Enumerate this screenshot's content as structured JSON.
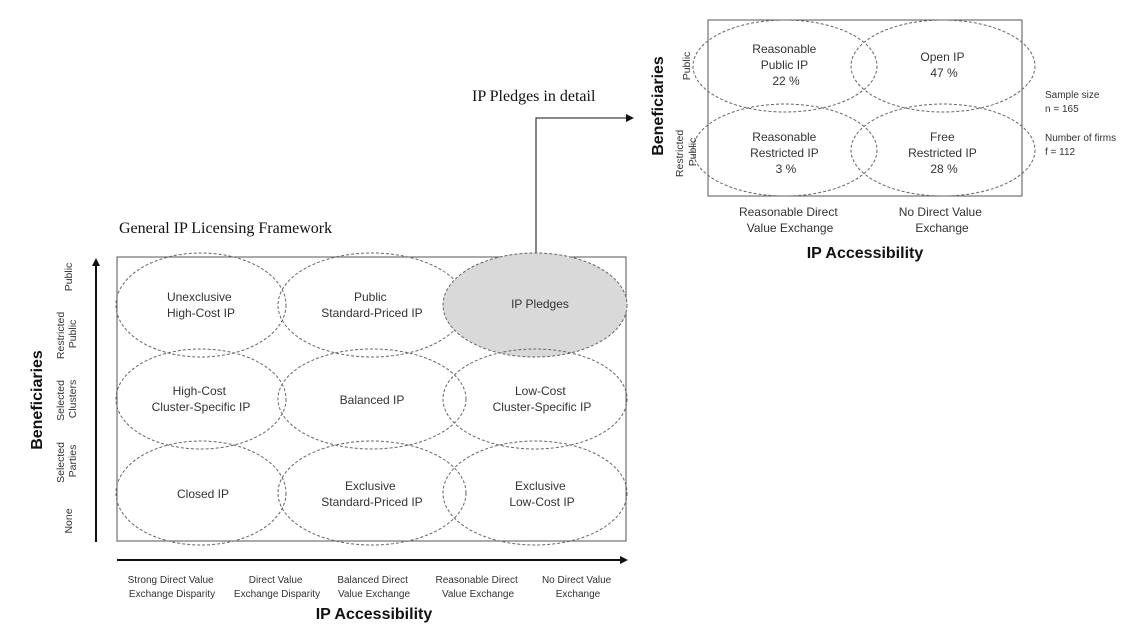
{
  "detail": {
    "caption": "IP Pledges in detail",
    "y_title": "Beneficiaries",
    "y_labels": [
      "Public",
      "Restricted Public"
    ],
    "cells": [
      {
        "l1": "Reasonable",
        "l2": "Public IP",
        "l3": "22 %"
      },
      {
        "l1": "Open IP",
        "l2": "47 %",
        "l3": ""
      },
      {
        "l1": "Reasonable",
        "l2": "Restricted IP",
        "l3": "3 %"
      },
      {
        "l1": "Free",
        "l2": "Restricted IP",
        "l3": "28 %"
      }
    ],
    "x_labels": [
      {
        "l1": "Reasonable Direct",
        "l2": "Value Exchange"
      },
      {
        "l1": "No Direct Value",
        "l2": "Exchange"
      }
    ],
    "x_title": "IP Accessibility",
    "stats": {
      "sample_label": "Sample size",
      "sample_value": "n = 165",
      "firms_label": "Number of firms",
      "firms_value": "f = 112"
    }
  },
  "general": {
    "title": "General IP Licensing Framework",
    "y_title": "Beneficiaries",
    "y_labels": [
      {
        "l1": "Public",
        "l2": ""
      },
      {
        "l1": "Restricted",
        "l2": "Public"
      },
      {
        "l1": "Selected",
        "l2": "Clusters"
      },
      {
        "l1": "Selected",
        "l2": "Parties"
      },
      {
        "l1": "None",
        "l2": ""
      }
    ],
    "cells": [
      {
        "l1": "Unexclusive",
        "l2": "High-Cost IP"
      },
      {
        "l1": "Public",
        "l2": "Standard-Priced IP"
      },
      {
        "l1": "IP Pledges",
        "l2": ""
      },
      {
        "l1": "High-Cost",
        "l2": "Cluster-Specific IP"
      },
      {
        "l1": "Balanced IP",
        "l2": ""
      },
      {
        "l1": "Low-Cost",
        "l2": "Cluster-Specific IP"
      },
      {
        "l1": "Closed IP",
        "l2": ""
      },
      {
        "l1": "Exclusive",
        "l2": "Standard-Priced IP"
      },
      {
        "l1": "Exclusive",
        "l2": "Low-Cost IP"
      }
    ],
    "x_labels": [
      {
        "l1": "Strong Direct Value",
        "l2": "Exchange Disparity"
      },
      {
        "l1": "Direct Value",
        "l2": "Exchange Disparity"
      },
      {
        "l1": "Balanced Direct",
        "l2": "Value Exchange"
      },
      {
        "l1": "Reasonable Direct",
        "l2": "Value Exchange"
      },
      {
        "l1": "No Direct Value",
        "l2": "Exchange"
      }
    ],
    "x_title": "IP Accessibility",
    "highlight_color": "#d9d9d9"
  }
}
